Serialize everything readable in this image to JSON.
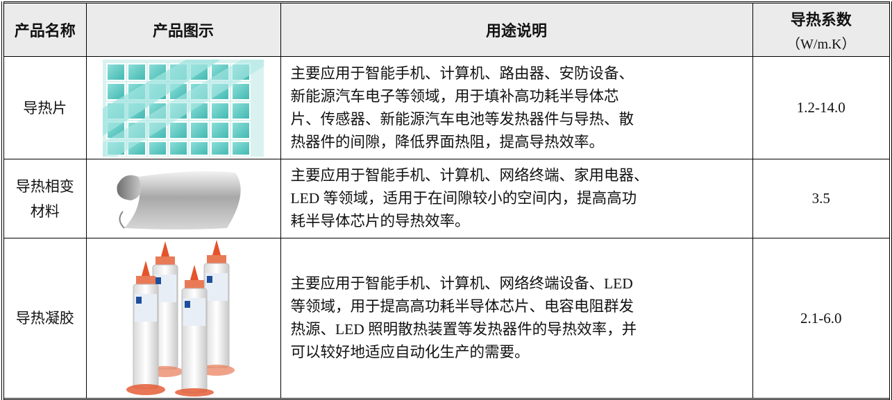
{
  "headers": {
    "name": "产品名称",
    "image": "产品图示",
    "usage": "用途说明",
    "k_title": "导热系数",
    "k_unit": "（W/m.K）"
  },
  "rows": [
    {
      "name_lines": [
        "导热片"
      ],
      "usage_lines": [
        "主要应用于智能手机、计算机、路由器、安防设备、",
        "新能源汽车电子等领域，用于填补高功耗半导体芯",
        "片、传感器、新能源汽车电池等发热器件与导热、散",
        "热器件的间隙，降低界面热阻，提高导热效率。"
      ],
      "k": "1.2-14.0",
      "image_icon": "thermal-pad-sheet-icon"
    },
    {
      "name_lines": [
        "导热相变",
        "材料"
      ],
      "usage_lines": [
        "主要应用于智能手机、计算机、网络终端、家用电器、",
        "LED 等领域，适用于在间隙较小的空间内，提高高功",
        "耗半导体芯片的导热效率。"
      ],
      "k": "3.5",
      "image_icon": "phase-change-film-roll-icon"
    },
    {
      "name_lines": [
        "导热凝胶"
      ],
      "usage_lines": [
        "主要应用于智能手机、计算机、网络终端设备、LED",
        "等领域，用于提高高功耗半导体芯片、电容电阻群发",
        "热源、LED 照明散热装置等发热器件的导热效率，并",
        "可以较好地适应自动化生产的需要。"
      ],
      "k": "2.1-6.0",
      "image_icon": "thermal-gel-cartridges-icon"
    }
  ],
  "colors": {
    "pad": "#5ec9c2",
    "film": "#b9b9b9",
    "nozzle": "#e4542a"
  }
}
